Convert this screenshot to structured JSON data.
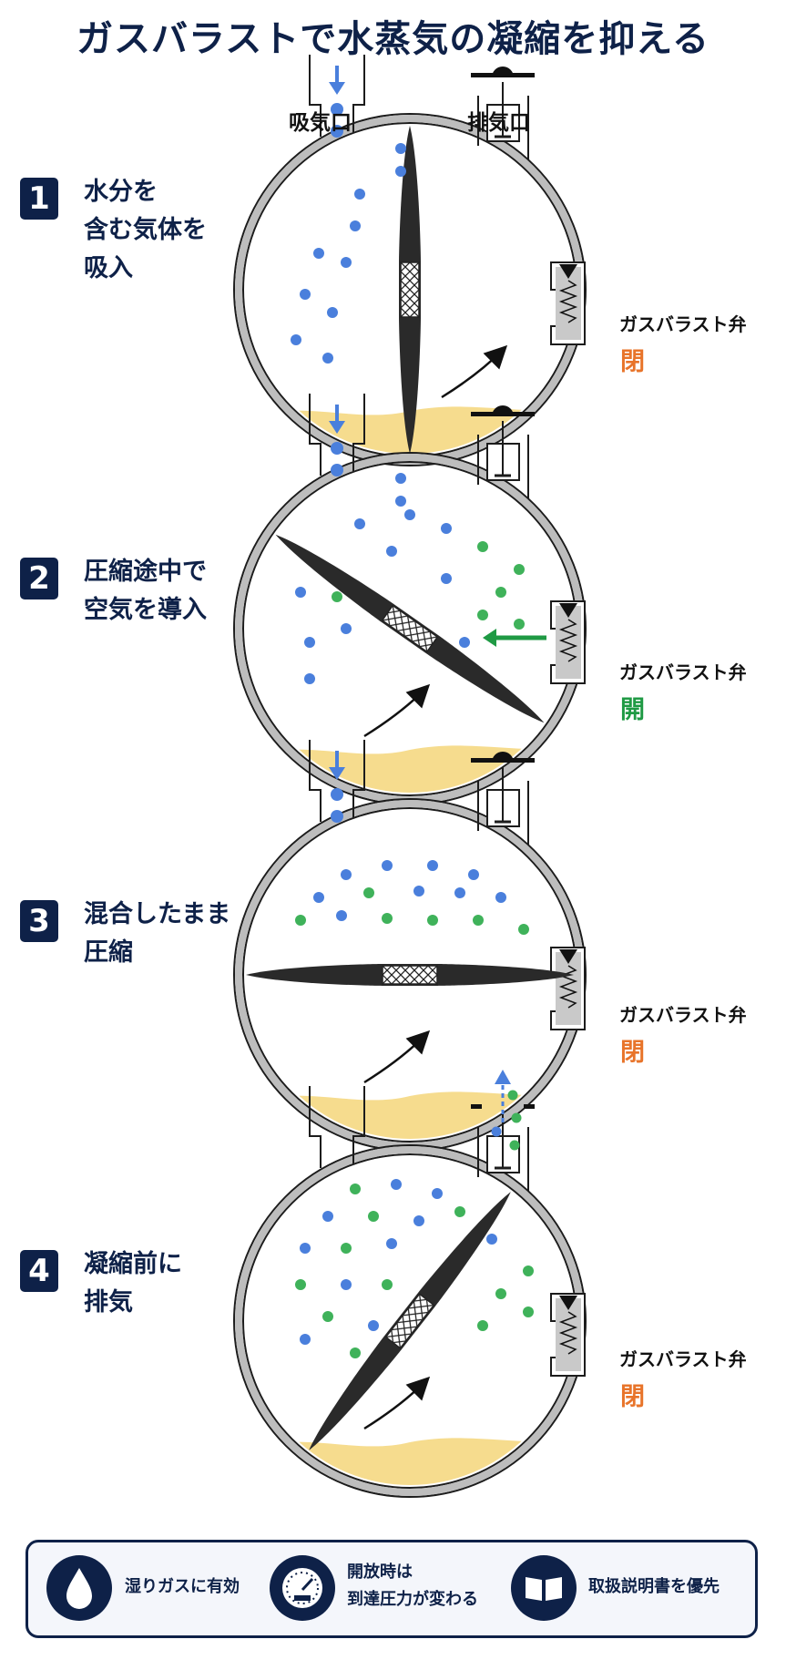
{
  "title": "ガスバラストで水蒸気の凝縮を抑える",
  "ports": {
    "intake": "吸気口",
    "exhaust": "排気口"
  },
  "valve_name": "ガスバラスト弁",
  "steps": [
    {
      "number": "1",
      "text": "水分を\n含む気体を\n吸入",
      "valve_state": "閉"
    },
    {
      "number": "2",
      "text": "圧縮途中で\n空気を導入",
      "valve_state": "開"
    },
    {
      "number": "3",
      "text": "混合したまま\n圧縮",
      "valve_state": "閉"
    },
    {
      "number": "4",
      "text": "凝縮前に\n排気",
      "valve_state": "閉"
    }
  ],
  "notes": [
    {
      "icon": "water-drop-icon",
      "text": "湿りガスに有効"
    },
    {
      "icon": "pressure-gauge-icon",
      "text": "開放時は\n到達圧力が変わる"
    },
    {
      "icon": "open-book-icon",
      "text": "取扱説明書を優先"
    }
  ],
  "colors": {
    "navy": "#0e2148",
    "water_vapor": "#4a7fdc",
    "air": "#3fb25a",
    "closed": "#e8742a",
    "open": "#1f9a44",
    "condensate": "#f6dc8e"
  }
}
